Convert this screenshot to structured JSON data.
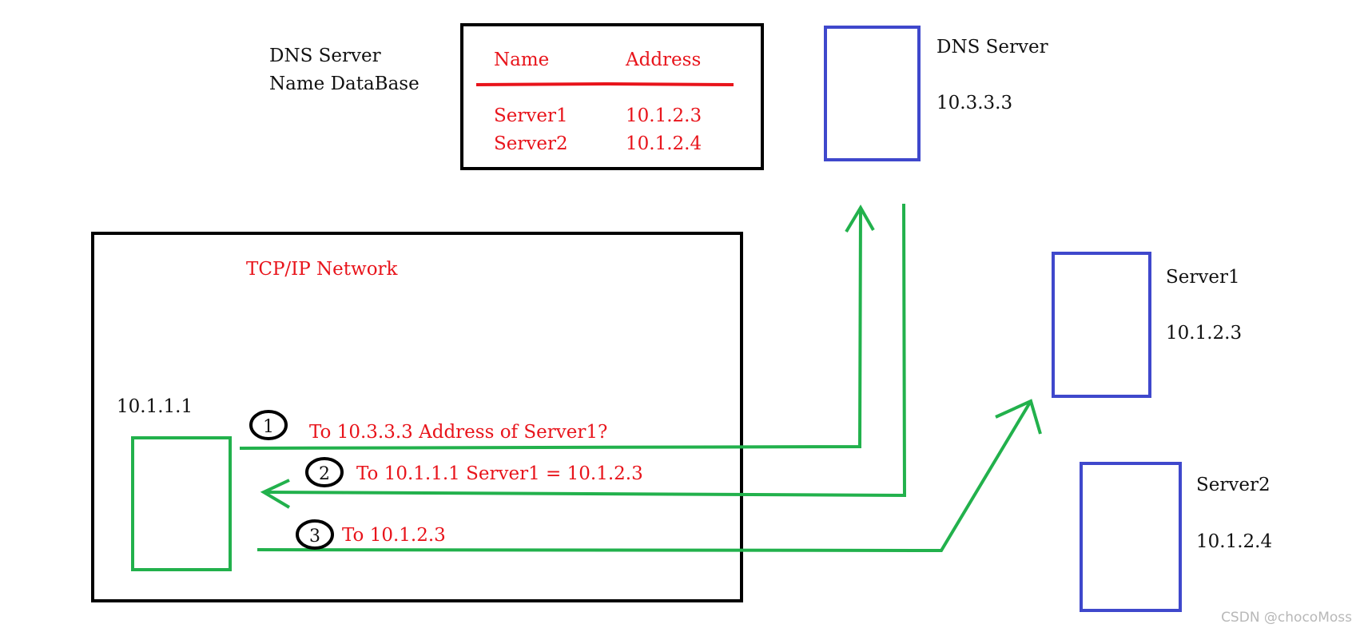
{
  "db_label": {
    "line1": "DNS Server",
    "line2": "Name DataBase"
  },
  "db_table": {
    "headers": [
      "Name",
      "Address"
    ],
    "rows": [
      [
        "Server1",
        "10.1.2.3"
      ],
      [
        "Server2",
        "10.1.2.4"
      ]
    ]
  },
  "dns_server": {
    "name": "DNS Server",
    "ip": "10.3.3.3"
  },
  "network": {
    "title": "TCP/IP Network",
    "client_ip": "10.1.1.1"
  },
  "server1": {
    "name": "Server1",
    "ip": "10.1.2.3"
  },
  "server2": {
    "name": "Server2",
    "ip": "10.1.2.4"
  },
  "steps": [
    {
      "number": "1",
      "text": "To 10.3.3.3 Address of Server1?"
    },
    {
      "number": "2",
      "text": "To 10.1.1.1 Server1 = 10.1.2.3"
    },
    {
      "number": "3",
      "text": "To 10.1.2.3"
    }
  ],
  "watermark": "CSDN @chocoMoss",
  "colors": {
    "arrow": "#22b14c",
    "server_box": "#3f48cc",
    "label_red": "#e8141b"
  }
}
